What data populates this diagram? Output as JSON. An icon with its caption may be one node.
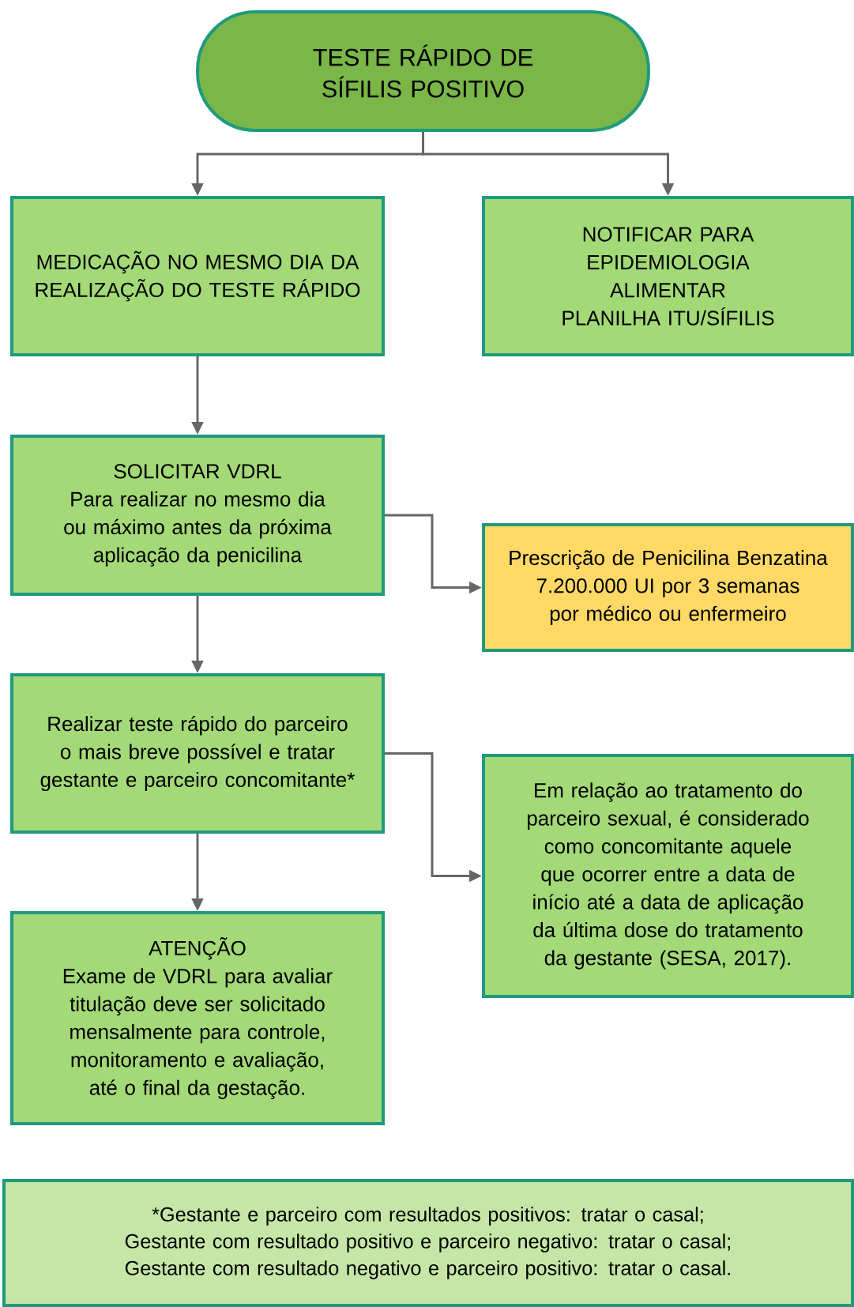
{
  "diagram": {
    "nodes": [
      {
        "text": [
          "TESTE RÁPIDO DE SÍFILIS POSITIVO"
        ]
      },
      {
        "text": [
          "MEDICAÇÃO NO MESMO DIA DA REALIZAÇÃO DO TESTE RÁPIDO"
        ]
      },
      {
        "text": [
          "NOTIFICAR PARA EPIDEMIOLOGIA",
          "ALIMENTAR PLANILHA ITU/SÍFILIS"
        ]
      },
      {
        "text": [
          "SOLICITAR VDRL",
          "Para realizar no mesmo dia ou máximo antes da próxima aplicação da penicilina"
        ]
      },
      {
        "text": [
          "Prescrição de Penicilina Benzatina 7.200.000 UI por 3 semanas por médico ou enfermeiro"
        ]
      },
      {
        "text": [
          "Realizar teste rápido do parceiro o mais breve possível e tratar gestante e parceiro concomitante*"
        ]
      },
      {
        "text": [
          "Em relação ao tratamento do parceiro sexual, é considerado como concomitante aquele que ocorrer entre a data de início até a data de aplicação da última dose do tratamento da gestante (SESA, 2017)."
        ]
      },
      {
        "text": [
          "ATENÇÃO",
          "Exame de VDRL para avaliar titulação deve ser solicitado mensalmente para controle, monitoramento e avaliação, até o final da gestação."
        ]
      },
      {
        "text": [
          "*Gestante e parceiro com resultados positivos: tratar o casal;",
          "Gestante com resultado positivo e parceiro negativo: tratar o casal;",
          "Gestante com resultado negativo e parceiro positivo: tratar o casal."
        ]
      }
    ],
    "edges": [
      {
        "from": 0,
        "to": 1,
        "arrow": "to"
      },
      {
        "from": 0,
        "to": 2,
        "arrow": "to"
      },
      {
        "from": 1,
        "to": 3,
        "arrow": "to"
      },
      {
        "from": 3,
        "to": 4,
        "arrow": "to"
      },
      {
        "from": 3,
        "to": 5,
        "arrow": "to"
      },
      {
        "from": 5,
        "to": 6,
        "arrow": "to"
      },
      {
        "from": 5,
        "to": 7,
        "arrow": "to"
      }
    ]
  }
}
